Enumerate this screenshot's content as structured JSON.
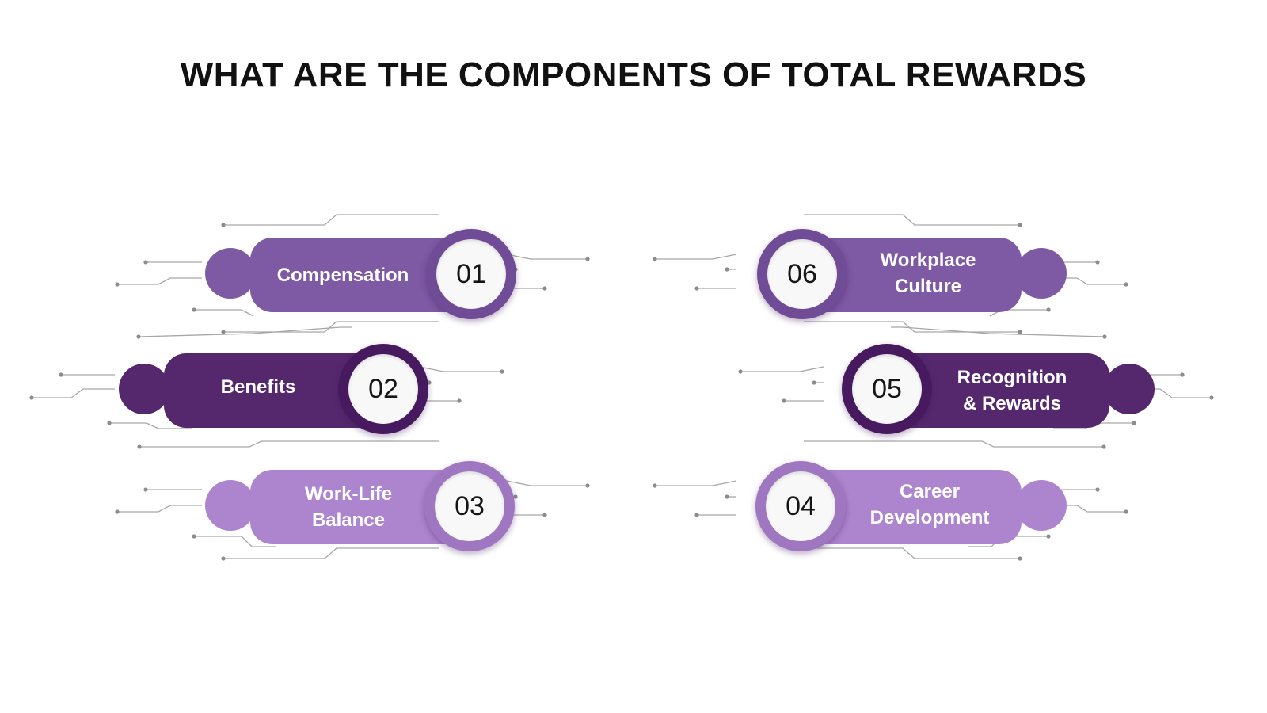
{
  "title": "WHAT ARE THE COMPONENTS OF TOTAL REWARDS",
  "colors": {
    "medium": "#7e59a4",
    "dark": "#55286e",
    "light": "#ad85cf",
    "wire": "#a6a6a6"
  },
  "items": [
    {
      "number": "01",
      "label": "Compensation",
      "shade": "medium",
      "side": "left"
    },
    {
      "number": "02",
      "label": "Benefits",
      "shade": "dark",
      "side": "left"
    },
    {
      "number": "03",
      "label": "Work-Life\nBalance",
      "shade": "light",
      "side": "left"
    },
    {
      "number": "04",
      "label": "Career\nDevelopment",
      "shade": "light",
      "side": "right"
    },
    {
      "number": "05",
      "label": "Recognition\n& Rewards",
      "shade": "dark",
      "side": "right"
    },
    {
      "number": "06",
      "label": "Workplace\nCulture",
      "shade": "medium",
      "side": "right"
    }
  ]
}
